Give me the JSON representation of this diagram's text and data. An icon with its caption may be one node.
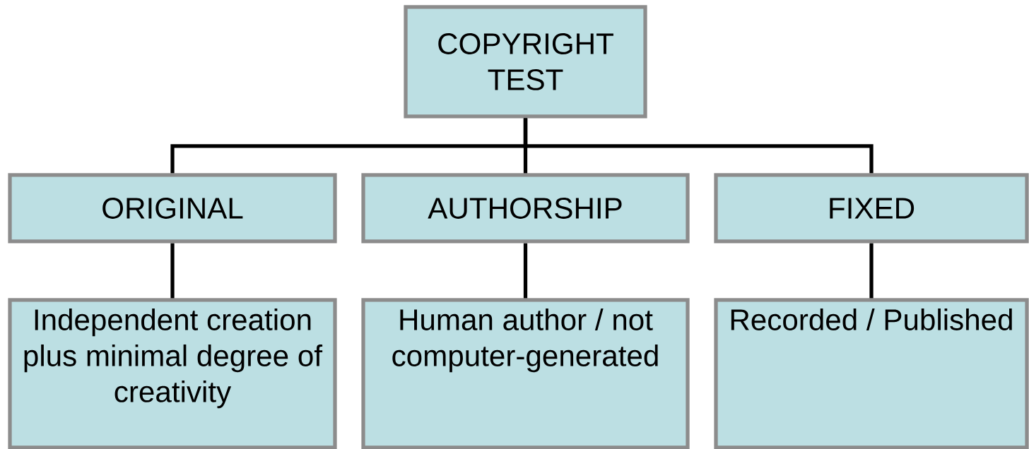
{
  "diagram": {
    "nodes": [
      {
        "text": [
          "COPYRIGHT TEST"
        ]
      },
      {
        "text": [
          "ORIGINAL"
        ]
      },
      {
        "text": [
          "AUTHORSHIP"
        ]
      },
      {
        "text": [
          "FIXED"
        ]
      },
      {
        "text": [
          "Independent creation plus minimal degree of creativity"
        ]
      },
      {
        "text": [
          "Human author / not computer-generated"
        ]
      },
      {
        "text": [
          "Recorded / Published"
        ]
      }
    ],
    "edges": [
      {
        "from": 0,
        "to": 1,
        "arrow": "none"
      },
      {
        "from": 0,
        "to": 2,
        "arrow": "none"
      },
      {
        "from": 0,
        "to": 3,
        "arrow": "none"
      },
      {
        "from": 1,
        "to": 4,
        "arrow": "none"
      },
      {
        "from": 2,
        "to": 5,
        "arrow": "none"
      },
      {
        "from": 3,
        "to": 6,
        "arrow": "none"
      }
    ]
  }
}
